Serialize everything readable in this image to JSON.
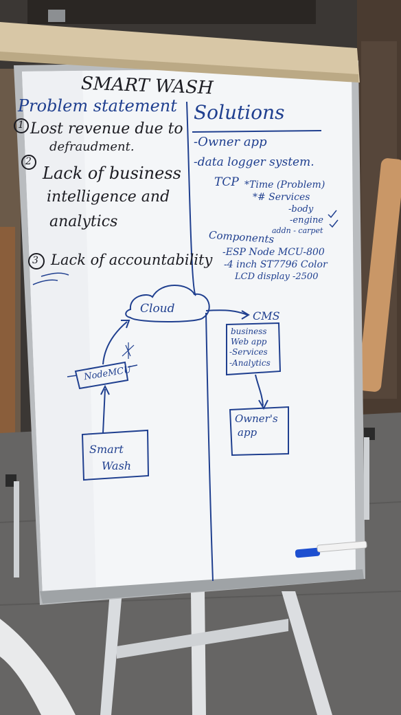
{
  "board": {
    "title": "SMART WASH",
    "problem_heading": "Problem statement",
    "problems": [
      {
        "number": "1",
        "line1": "Lost revenue due to",
        "line2": "defraudment."
      },
      {
        "number": "2",
        "line1": "Lack of business",
        "line2": "intelligence and",
        "line3": "analytics"
      },
      {
        "number": "3",
        "line1": "Lack of accountability"
      }
    ],
    "solutions_heading": "Solutions",
    "solutions": [
      "-Owner app",
      "-data logger system."
    ],
    "tcp_label": "TCP",
    "tcp_items": [
      "*Time (Problem)",
      "*# Services",
      "-body",
      "-engine",
      "addn - carpet"
    ],
    "components_heading": "Components",
    "components": [
      "-ESP Node MCU-800",
      "-4 inch ST7796 Color",
      "LCD display -2500"
    ],
    "diagram": {
      "cloud": "Cloud",
      "nodemcu": "NodeMCU",
      "smart_wash_line1": "Smart",
      "smart_wash_line2": "Wash",
      "cms": "CMS",
      "cms_box": [
        "business",
        "Web app",
        "-Services",
        "-Analytics"
      ],
      "owners_app_line1": "Owner's",
      "owners_app_line2": "app"
    }
  },
  "colors": {
    "marker_blue": "#1f3f8f",
    "marker_black": "#1c1c22",
    "whiteboard": "#f4f6f8",
    "paper_roll": "#d8c7a6",
    "marker_cap_blue": "#1d4fd0"
  }
}
